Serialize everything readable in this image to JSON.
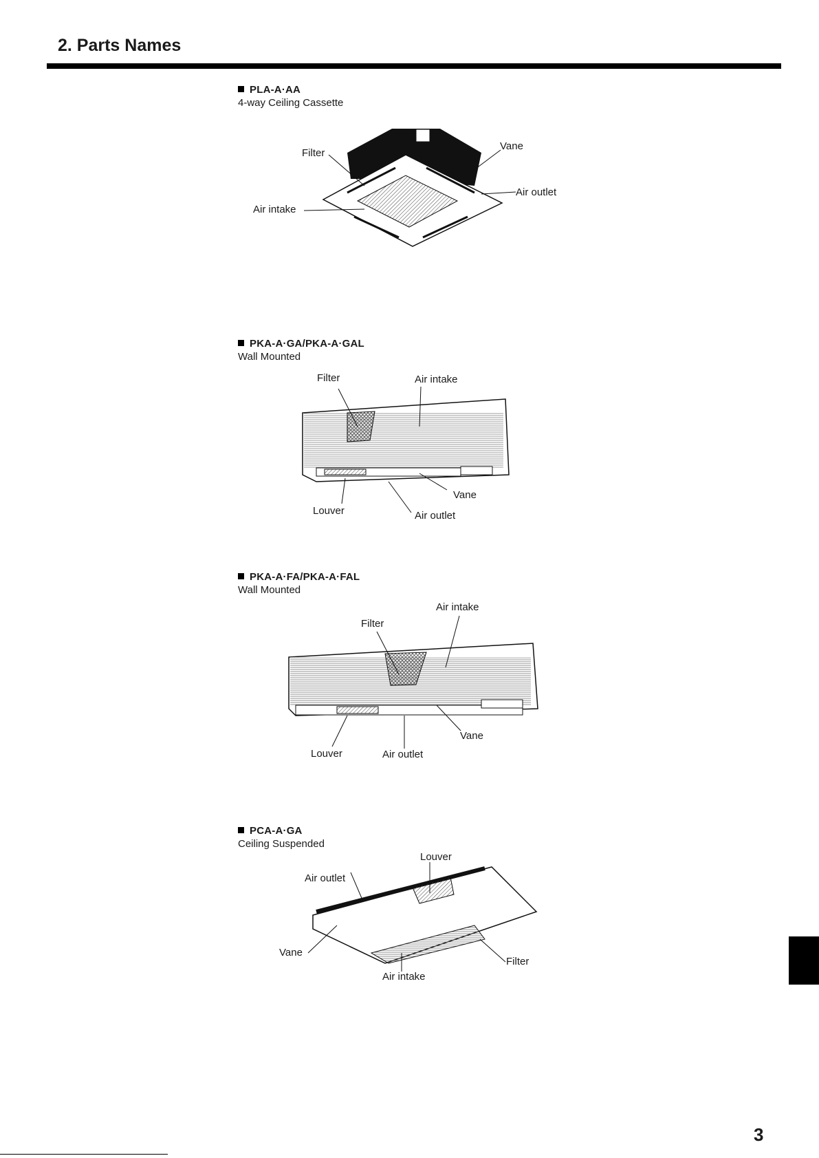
{
  "header": {
    "title": "2. Parts Names"
  },
  "sections": [
    {
      "model": "PLA-A·AA",
      "subtitle": "4-way Ceiling Cassette",
      "labels": {
        "filter": "Filter",
        "air_intake": "Air intake",
        "vane": "Vane",
        "air_outlet": "Air outlet"
      }
    },
    {
      "model": "PKA-A·GA/PKA-A·GAL",
      "subtitle": "Wall Mounted",
      "labels": {
        "filter": "Filter",
        "air_intake": "Air intake",
        "vane": "Vane",
        "louver": "Louver",
        "air_outlet": "Air outlet"
      }
    },
    {
      "model": "PKA-A·FA/PKA-A·FAL",
      "subtitle": "Wall Mounted",
      "labels": {
        "air_intake": "Air intake",
        "filter": "Filter",
        "vane": "Vane",
        "louver": "Louver",
        "air_outlet": "Air outlet"
      }
    },
    {
      "model": "PCA-A·GA",
      "subtitle": "Ceiling Suspended",
      "labels": {
        "louver": "Louver",
        "air_outlet": "Air outlet",
        "vane": "Vane",
        "filter": "Filter",
        "air_intake": "Air intake"
      }
    }
  ],
  "footer": {
    "page_number": "3"
  }
}
